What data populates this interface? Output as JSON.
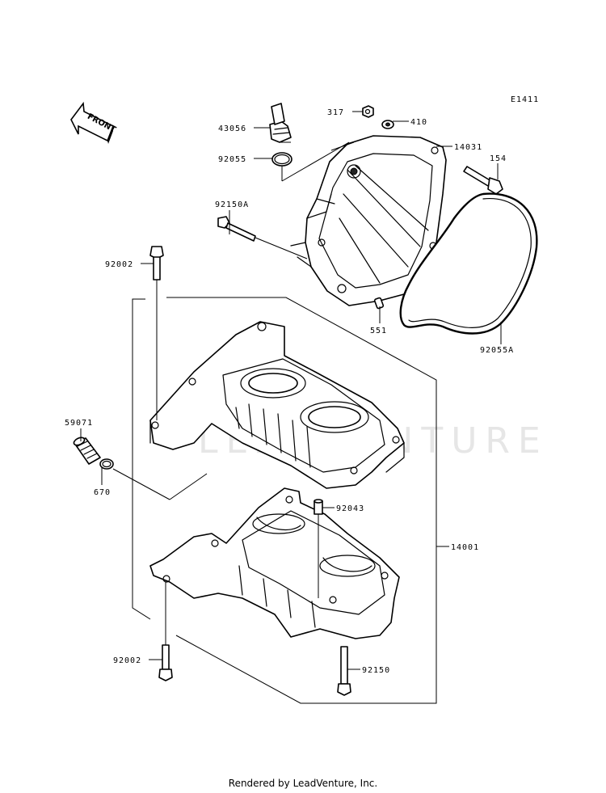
{
  "diagram_code": "E1411",
  "front_arrow_text": "FRONT",
  "watermark": "LEADVENTURE",
  "labels": {
    "p317": "317",
    "p410": "410",
    "p43056": "43056",
    "p14031": "14031",
    "p92055": "92055",
    "p154": "154",
    "p92150A": "92150A",
    "p92002_top": "92002",
    "p551": "551",
    "p92055A": "92055A",
    "p59071": "59071",
    "p670": "670",
    "p92043": "92043",
    "p14001": "14001",
    "p92002_bottom": "92002",
    "p92150": "92150"
  },
  "footer": "Rendered by LeadVenture, Inc."
}
